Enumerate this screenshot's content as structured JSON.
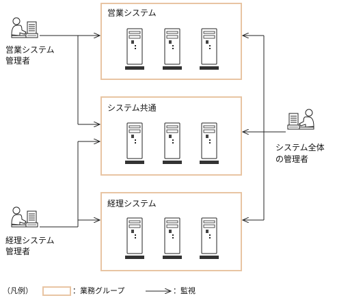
{
  "groups": [
    {
      "title": "営業システム"
    },
    {
      "title": "システム共通"
    },
    {
      "title": "経理システム"
    }
  ],
  "actors": {
    "sales_admin": {
      "line1": "営業システム",
      "line2": "管理者"
    },
    "accounting_admin": {
      "line1": "経理システム",
      "line2": "管理者"
    },
    "overall_admin": {
      "line1": "システム全体",
      "line2": "の管理者"
    }
  },
  "legend": {
    "prefix": "（凡例）",
    "group_label": "：業務グループ",
    "monitor_label": "：監視"
  },
  "colors": {
    "group_border": "#e8c4a2",
    "line": "#222222",
    "server_body": "#ffffff",
    "server_base": "#333333"
  },
  "icons": {
    "admin": "admin-at-computer-icon",
    "server": "server-tower-icon",
    "arrow": "arrow-right-icon"
  }
}
